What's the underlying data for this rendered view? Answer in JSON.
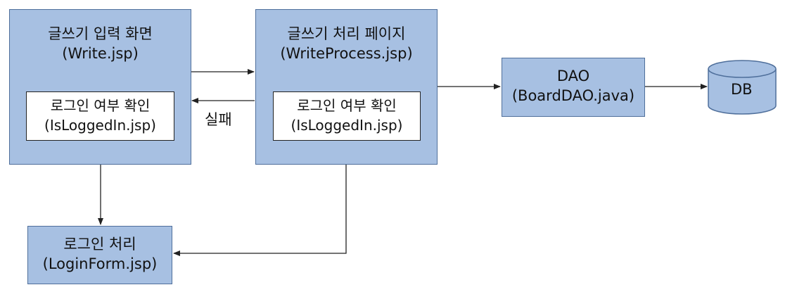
{
  "write_box": {
    "title": "글쓰기 입력 화면",
    "file": "(Write.jsp)"
  },
  "process_box": {
    "title": "글쓰기 처리 페이지",
    "file": "(WriteProcess.jsp)"
  },
  "login_check_left": {
    "title": "로그인 여부 확인",
    "file": "(IsLoggedIn.jsp)"
  },
  "login_check_right": {
    "title": "로그인 여부 확인",
    "file": "(IsLoggedIn.jsp)"
  },
  "dao_box": {
    "title": "DAO",
    "file": "(BoardDAO.java)"
  },
  "db": {
    "label": "DB"
  },
  "login_box": {
    "title": "로그인 처리",
    "file": "(LoginForm.jsp)"
  },
  "edge_labels": {
    "fail": "실패"
  },
  "colors": {
    "box_fill": "#a7c0e2",
    "box_border": "#4f6f9b",
    "arrow": "#222222"
  }
}
